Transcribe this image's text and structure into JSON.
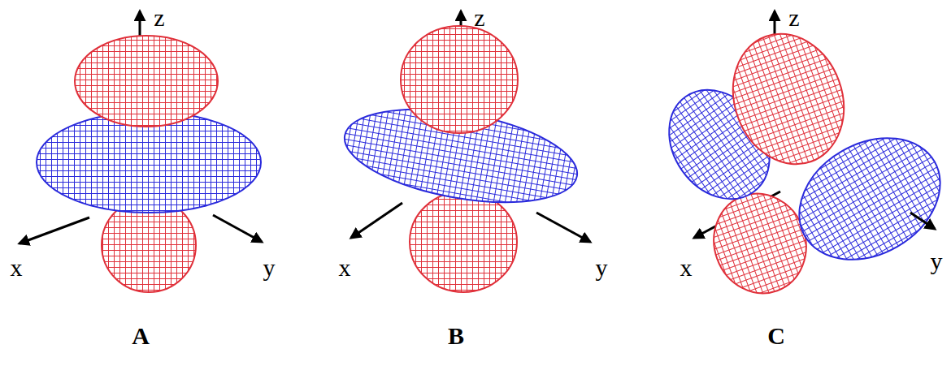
{
  "diagram": {
    "labels": [
      "z",
      "x",
      "y",
      "z",
      "x",
      "y",
      "z",
      "x",
      "y",
      "A",
      "B",
      "C"
    ]
  }
}
